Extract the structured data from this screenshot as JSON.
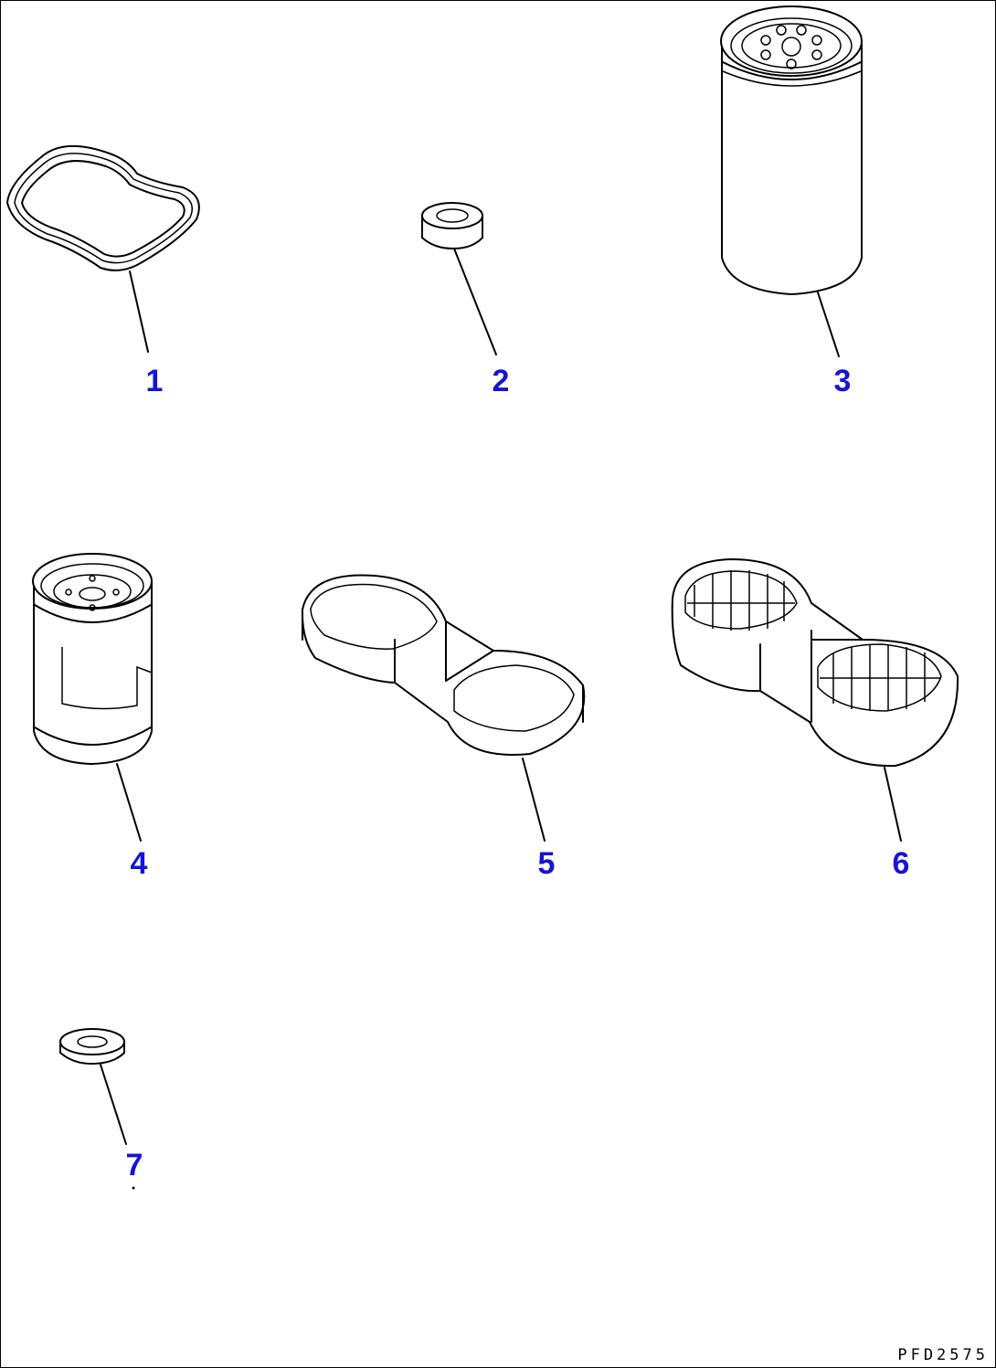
{
  "diagram": {
    "drawing_code": "PFD2575",
    "parts": [
      {
        "label": "1",
        "icon": "gasket-icon"
      },
      {
        "label": "2",
        "icon": "bushing-icon"
      },
      {
        "label": "3",
        "icon": "cartridge-filter-icon"
      },
      {
        "label": "4",
        "icon": "spin-on-filter-icon"
      },
      {
        "label": "5",
        "icon": "filter-wrench-icon"
      },
      {
        "label": "6",
        "icon": "filter-wrench-icon"
      },
      {
        "label": "7",
        "icon": "washer-icon"
      }
    ],
    "colors": {
      "part_number": "#1414d8",
      "line": "#000000",
      "background": "#ffffff"
    }
  }
}
